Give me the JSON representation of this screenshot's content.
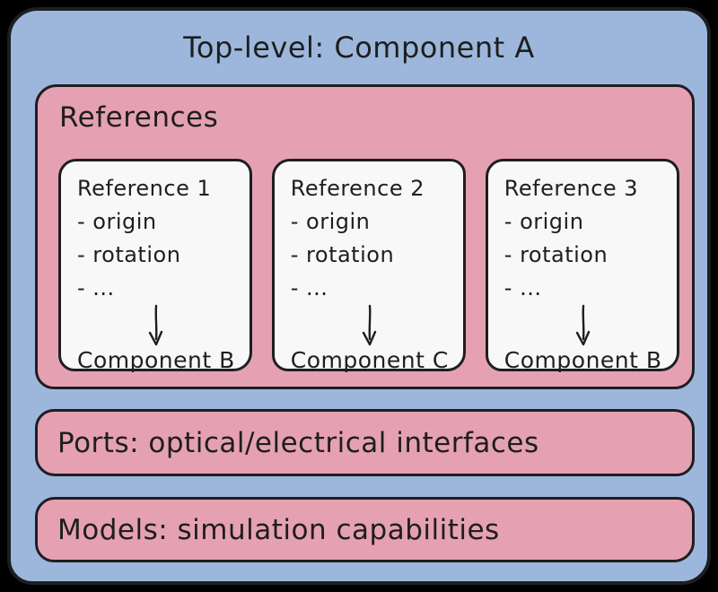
{
  "diagram": {
    "title": "Top-level: Component A",
    "references": {
      "label": "References",
      "cards": [
        {
          "title": "Reference 1",
          "items": [
            "- origin",
            "- rotation",
            "- ..."
          ],
          "target": "Component B"
        },
        {
          "title": "Reference 2",
          "items": [
            "- origin",
            "- rotation",
            "- ..."
          ],
          "target": "Component C"
        },
        {
          "title": "Reference 3",
          "items": [
            "- origin",
            "- rotation",
            "- ..."
          ],
          "target": "Component B"
        }
      ]
    },
    "ports_label": "Ports: optical/electrical interfaces",
    "models_label": "Models: simulation capabilities",
    "icons": {
      "card_arrow": "down-arrow"
    },
    "colors": {
      "page_background": "#000000",
      "top_level_fill": "#9db7dc",
      "section_fill": "#e5a1b2",
      "card_fill": "#f8f8f8",
      "stroke": "#1e1e22",
      "text": "#1e1e1e"
    }
  }
}
